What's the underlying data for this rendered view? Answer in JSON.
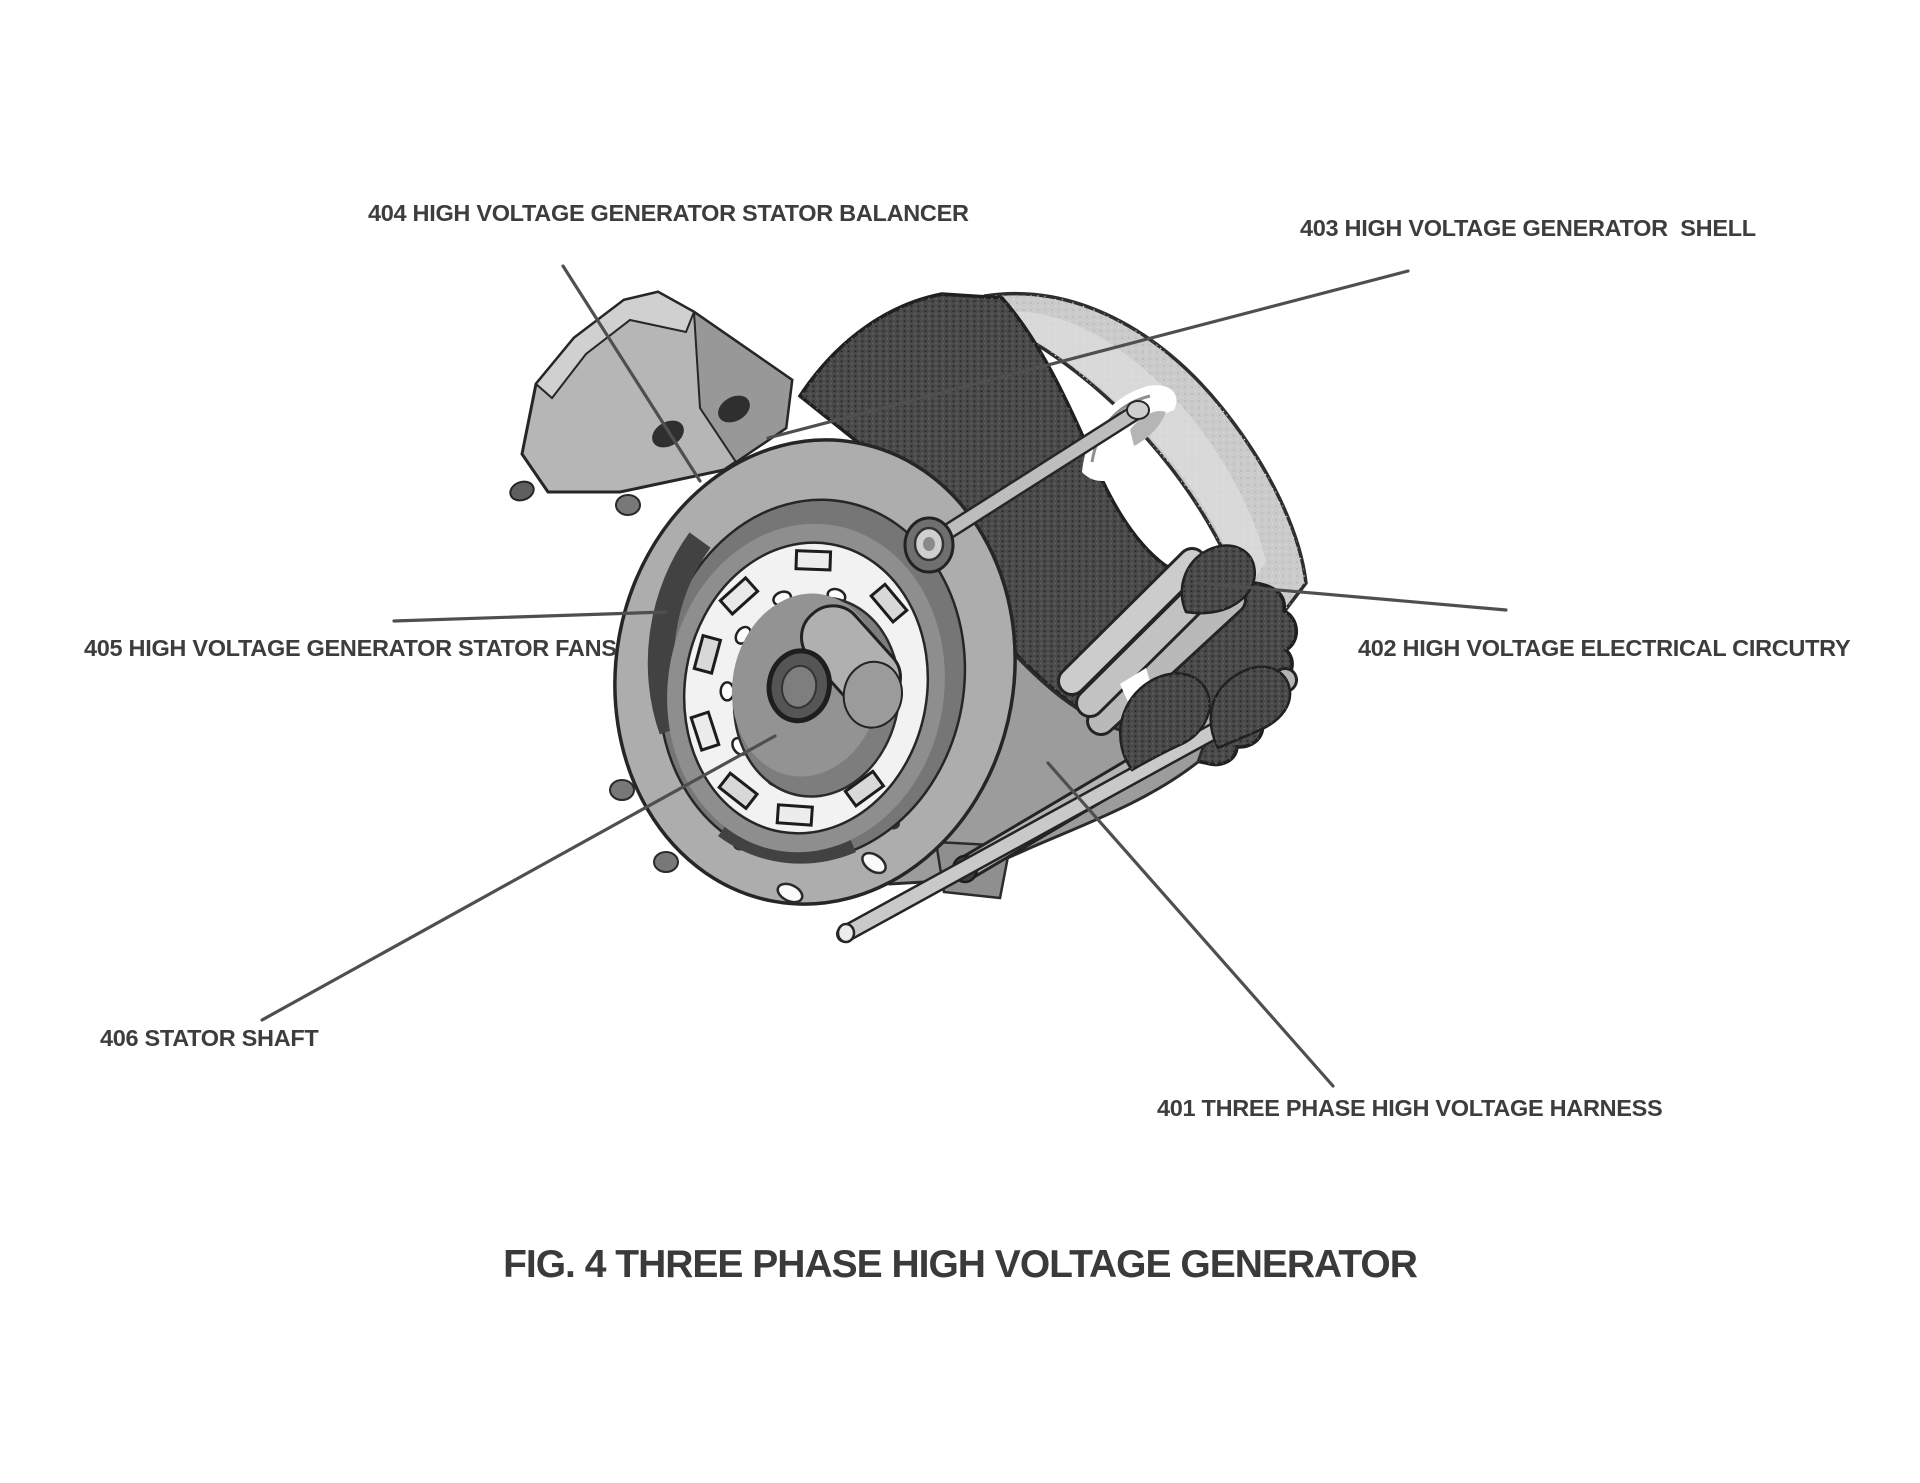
{
  "figure": {
    "caption": "FIG. 4 THREE PHASE HIGH VOLTAGE GENERATOR",
    "labels": {
      "l401": "401 THREE PHASE HIGH VOLTAGE HARNESS",
      "l402": "402 HIGH VOLTAGE ELECTRICAL CIRCUTRY",
      "l403": "403 HIGH VOLTAGE GENERATOR  SHELL",
      "l404": "404 HIGH VOLTAGE GENERATOR STATOR BALANCER",
      "l405": "405 HIGH VOLTAGE GENERATOR STATOR FANS",
      "l406": "406 STATOR SHAFT"
    },
    "parts": [
      {
        "number": "401",
        "name": "THREE PHASE HIGH VOLTAGE HARNESS"
      },
      {
        "number": "402",
        "name": "HIGH VOLTAGE ELECTRICAL CIRCUTRY"
      },
      {
        "number": "403",
        "name": "HIGH VOLTAGE GENERATOR SHELL"
      },
      {
        "number": "404",
        "name": "HIGH VOLTAGE GENERATOR STATOR BALANCER"
      },
      {
        "number": "405",
        "name": "HIGH VOLTAGE GENERATOR STATOR FANS"
      },
      {
        "number": "406",
        "name": "STATOR SHAFT"
      }
    ],
    "colors": {
      "background": "#ffffff",
      "ink": "#3d3d3d",
      "leader_line": "#4f4f4f"
    }
  }
}
